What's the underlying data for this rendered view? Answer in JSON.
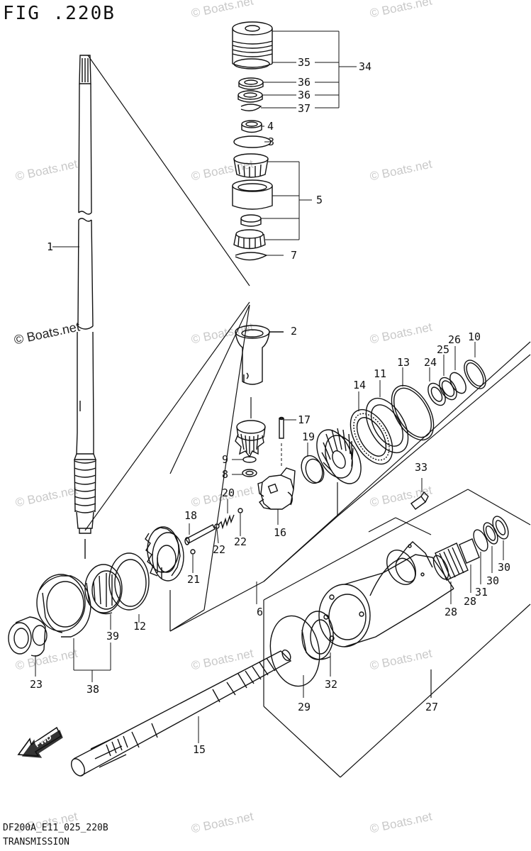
{
  "figure": {
    "title": "FIG .220B",
    "footer_code": "DF200A_E11_025_220B",
    "footer_name": "TRANSMISSION"
  },
  "watermark": "© Boats.net",
  "fwd_label": "FWD",
  "callouts": {
    "c1": "1",
    "c2": "2",
    "c3": "3",
    "c4": "4",
    "c5": "5",
    "c6": "6",
    "c7": "7",
    "c8": "8",
    "c9": "9",
    "c10": "10",
    "c11": "11",
    "c12": "12",
    "c13": "13",
    "c14": "14",
    "c15": "15",
    "c16": "16",
    "c17": "17",
    "c18": "18",
    "c19": "19",
    "c20": "20",
    "c21": "21",
    "c22a": "22",
    "c22b": "22",
    "c23": "23",
    "c24": "24",
    "c25": "25",
    "c26": "26",
    "c27": "27",
    "c28a": "28",
    "c28b": "28",
    "c29": "29",
    "c30a": "30",
    "c30b": "30",
    "c31": "31",
    "c32": "32",
    "c33": "33",
    "c34": "34",
    "c35": "35",
    "c36a": "36",
    "c36b": "36",
    "c37": "37",
    "c38": "38",
    "c39": "39"
  }
}
